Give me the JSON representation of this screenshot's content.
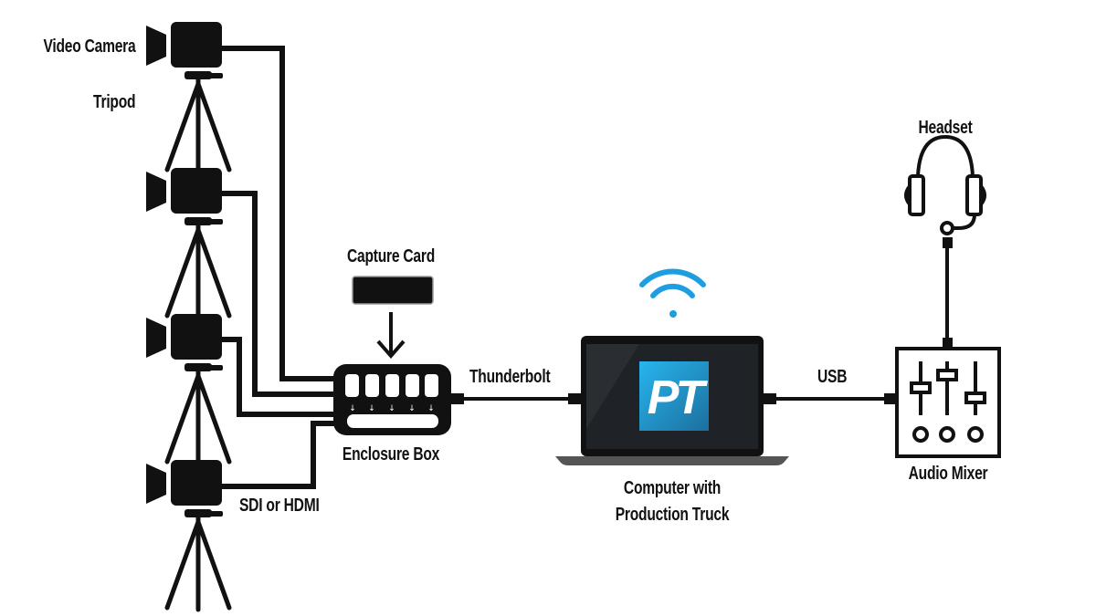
{
  "labels": {
    "video_camera": "Video Camera",
    "tripod": "Tripod",
    "capture_card": "Capture Card",
    "enclosure_box": "Enclosure Box",
    "cable_sdi_hdmi": "SDI or HDMI",
    "thunderbolt": "Thunderbolt",
    "computer_line1": "Computer with",
    "computer_line2": "Production Truck",
    "usb": "USB",
    "headset": "Headset",
    "audio_mixer": "Audio Mixer",
    "app_logo": "PT"
  },
  "icons": {
    "cameras": [
      "video-camera-icon",
      "video-camera-icon",
      "video-camera-icon",
      "video-camera-icon"
    ],
    "wifi": "wifi-icon",
    "headset": "headset-icon",
    "mixer": "audio-mixer-icon",
    "laptop": "laptop-icon"
  },
  "colors": {
    "line": "#111111",
    "wifi": "#1e9ee0",
    "logo_top": "#27b5ee",
    "logo_bottom": "#1c6f9e",
    "screen": "#1f2226"
  }
}
